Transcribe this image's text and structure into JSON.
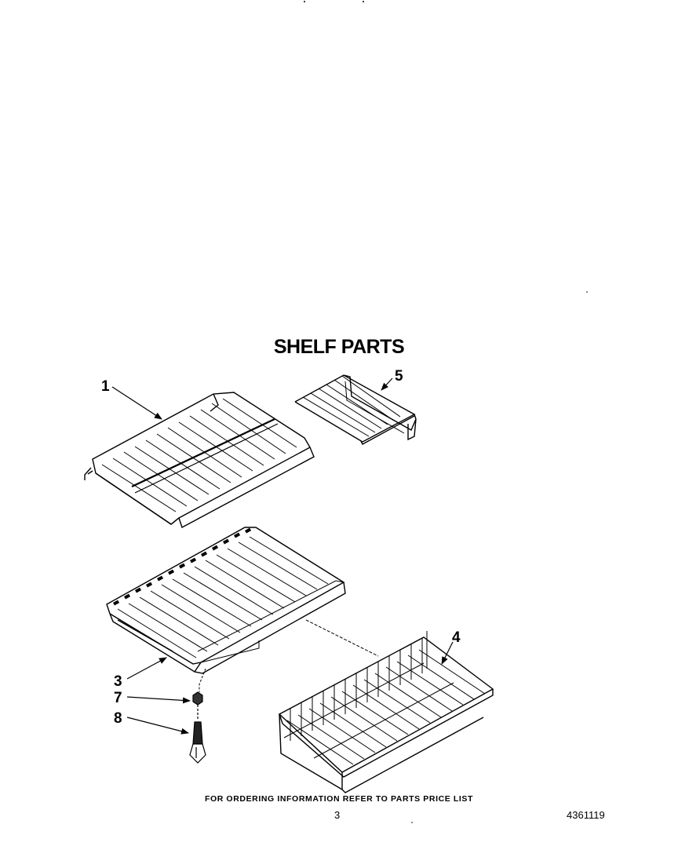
{
  "title": "SHELF PARTS",
  "callouts": {
    "item_1": "1",
    "item_3": "3",
    "item_4": "4",
    "item_5": "5",
    "item_7": "7",
    "item_8": "8"
  },
  "footer": {
    "ordering_note": "FOR ORDERING INFORMATION REFER TO PARTS PRICE LIST",
    "page_number": "3",
    "document_number": "4361119"
  }
}
